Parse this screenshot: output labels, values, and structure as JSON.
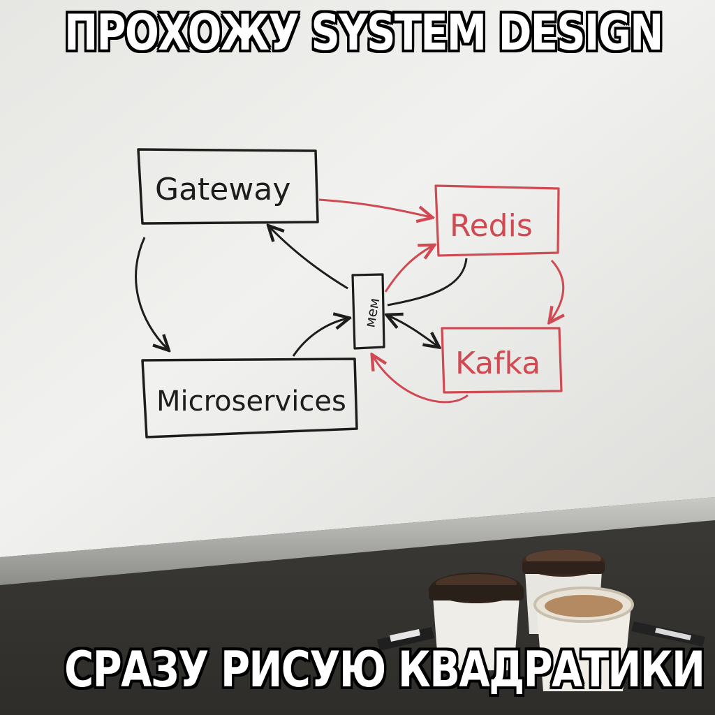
{
  "meme": {
    "top_text": "ПРОХОЖУ SYSTEM DESIGN",
    "bottom_text": "СРАЗУ РИСУЮ КВАДРАТИКИ"
  },
  "diagram": {
    "nodes": {
      "gateway": "Gateway",
      "microservices": "Microservices",
      "redis": "Redis",
      "kafka": "Kafka",
      "hub": "мем"
    }
  },
  "colors": {
    "ink_black": "#1d1d1b",
    "ink_red": "#cf4a52",
    "board": "#eeeeec",
    "frame": "#a9aaa6",
    "meme_text": "#ffffff",
    "meme_outline": "#000000"
  }
}
